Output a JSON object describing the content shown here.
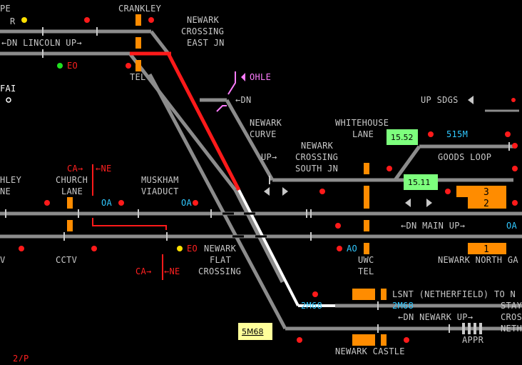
{
  "colors": {
    "track": "#8c8c8c",
    "route_set": "#ff1a1a",
    "occupied": "#ffffff",
    "label": "#c8c8c8",
    "crossing": "#ff8c00",
    "berth_green": "#7dff7d",
    "berth_yellow": "#ffff9a",
    "signal_red": "#ff1a1a",
    "signal_green": "#20e020",
    "signal_yellow": "#ffe000",
    "cyan": "#30c8ff",
    "pink": "#ff7cff"
  },
  "labels": {
    "pe": "PE",
    "r": "R",
    "crankley": "CRANKLEY",
    "newark_crossing_east_1": "NEWARK",
    "newark_crossing_east_2": "CROSSING",
    "newark_crossing_east_3": "EAST JN",
    "dn_lincoln_up": "←DN LINCOLN UP→",
    "eo_top": "EO",
    "tel_top": "TEL",
    "fai": "FAI",
    "ohle": "OHLE",
    "dn_curve": "←DN",
    "newark_curve_1": "NEWARK",
    "newark_curve_2": "CURVE",
    "up_arrow": "UP→",
    "whitehouse_1": "WHITEHOUSE",
    "whitehouse_2": "LANE",
    "up_sdgs": "UP SDGS",
    "goods_loop": "GOODS LOOP",
    "ns_jn_1": "NEWARK",
    "ns_jn_2": "CROSSING",
    "ns_jn_3": "SOUTH JN",
    "hley": "HLEY",
    "ne_left": "NE",
    "church_1": "CHURCH",
    "church_2": "LANE",
    "ca_ne_top_ca": "CA→",
    "ca_ne_top_ne": "←NE",
    "muskham_1": "MUSKHAM",
    "muskham_2": "VIADUCT",
    "oa_1": "OA",
    "oa_2": "OA",
    "oa_3": "OA",
    "dn_main_up": "←DN MAIN UP→",
    "v_left": "V",
    "cctv": "CCTV",
    "eo_mid": "EO",
    "nfc_1": "NEWARK",
    "nfc_2": "FLAT",
    "nfc_3": "CROSSING",
    "ca_ne_bot_ca": "CA→",
    "ca_ne_bot_ne": "←NE",
    "ao": "AO",
    "uwc_1": "UWC",
    "uwc_2": "TEL",
    "newark_north_ga": "NEWARK NORTH GA",
    "lsnt": "LSNT (NETHERFIELD) TO N",
    "stay": "STAY",
    "cros": "CROS",
    "neth": "NETH",
    "dn_newark_up": "←DN NEWARK UP→",
    "appr": "APPR",
    "newark_castle": "NEWARK CASTLE",
    "speed_515m": "515M",
    "berth_2m68_a": "2M68",
    "berth_2m68_b": "2M68",
    "bottom_left": "2/P"
  },
  "berths": {
    "b1552": "15.52",
    "b1511": "15.11",
    "b5m68": "5M68"
  },
  "platforms": {
    "p3": "3",
    "p2": "2",
    "p1": "1"
  }
}
